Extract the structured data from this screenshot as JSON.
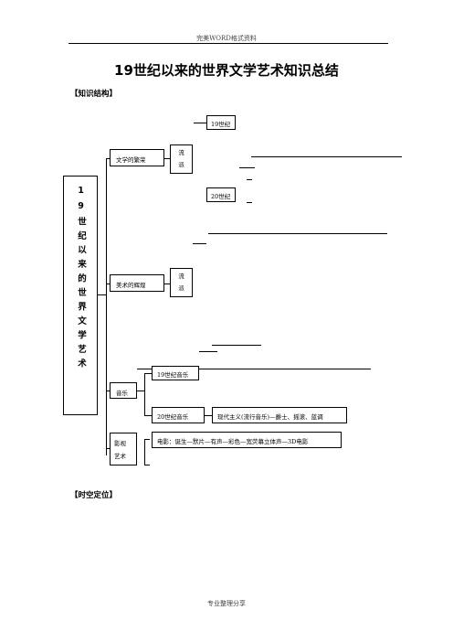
{
  "header": {
    "text": "完美WORD格式资料"
  },
  "title": "19世纪以来的世界文学艺术知识总结",
  "sections": {
    "structure": "【知识结构】",
    "timeline": "【时空定位】"
  },
  "diagram": {
    "root": "19世纪以来的世界文学艺术",
    "literature": {
      "label": "文学的繁荣",
      "school_top": "流",
      "school_bottom": "派",
      "c19": "19世纪",
      "c20": "20世纪"
    },
    "art": {
      "label": "美术的辉煌",
      "school_top": "流",
      "school_bottom": "派"
    },
    "music": {
      "label": "音乐",
      "c19": "19世纪音乐",
      "c20": "20世纪音乐",
      "c20_desc": "现代主义(流行音乐)—爵士、摇滚、蓝调"
    },
    "film": {
      "label_top": "影视",
      "label_bottom": "艺术",
      "desc": "电影：诞生—默片—有声—彩色—宽荧幕立体声—3D电影"
    }
  },
  "footer": {
    "text": "专业整理分享"
  }
}
